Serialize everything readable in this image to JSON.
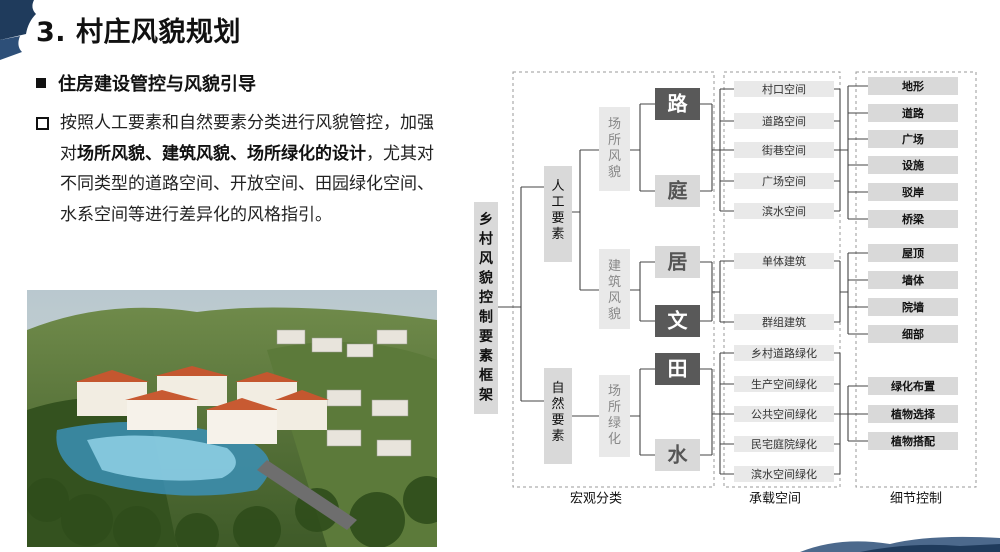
{
  "title": "3. 村庄风貌规划",
  "bullet1": "住房建设管控与风貌引导",
  "bullet2": {
    "part1": "按照人工要素和自然要素分类进行风貌管控，加强对",
    "bold": "场所风貌、建筑风貌、场所绿化的设计",
    "part2": "，尤其对不同类型的道路空间、开放空间、田园绿化空间、水系空间等进行差异化的风格指引。"
  },
  "colors": {
    "dark_box": "#595959",
    "grey_box": "#d9d9d9",
    "light_box": "#e9e9e9",
    "line": "#444444",
    "accent_blue": "#1f3b5c"
  },
  "diagram": {
    "root": "乡村风貌控制要素框架",
    "level1": [
      "人工要素",
      "自然要素"
    ],
    "level2": [
      "场所风貌",
      "建筑风貌",
      "场所绿化"
    ],
    "chars": [
      "路",
      "庭",
      "居",
      "文",
      "田",
      "水"
    ],
    "carriers": [
      "村口空间",
      "道路空间",
      "街巷空间",
      "广场空间",
      "滨水空间",
      "单体建筑",
      "群组建筑",
      "乡村道路绿化",
      "生产空间绿化",
      "公共空间绿化",
      "民宅庭院绿化",
      "滨水空间绿化"
    ],
    "details": [
      "地形",
      "道路",
      "广场",
      "设施",
      "驳岸",
      "桥梁",
      "屋顶",
      "墙体",
      "院墙",
      "细部",
      "绿化布置",
      "植物选择",
      "植物搭配"
    ],
    "footer": [
      "宏观分类",
      "承载空间",
      "细节控制"
    ]
  }
}
